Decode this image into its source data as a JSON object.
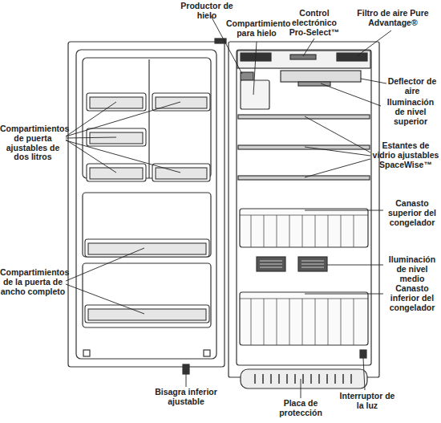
{
  "diagram": {
    "labels": [
      "Productor de hielo",
      "Compartimiento para hielo",
      "Control electrónico Pro-Select™",
      "Filtro de aire Pure Advantage®",
      "Deflector de aire",
      "Iluminación de nivel superior",
      "Compartimientos de puerta ajustables de dos litros",
      "Estantes de vidrio ajustables SpaceWise™",
      "Canasto superior del congelador",
      "Compartimientos de la puerta de ancho completo",
      "Iluminación de nivel medio",
      "Canasto inferior del congelador",
      "Bisagra inferior ajustable",
      "Placa de protección",
      "Interruptor de la luz"
    ]
  }
}
